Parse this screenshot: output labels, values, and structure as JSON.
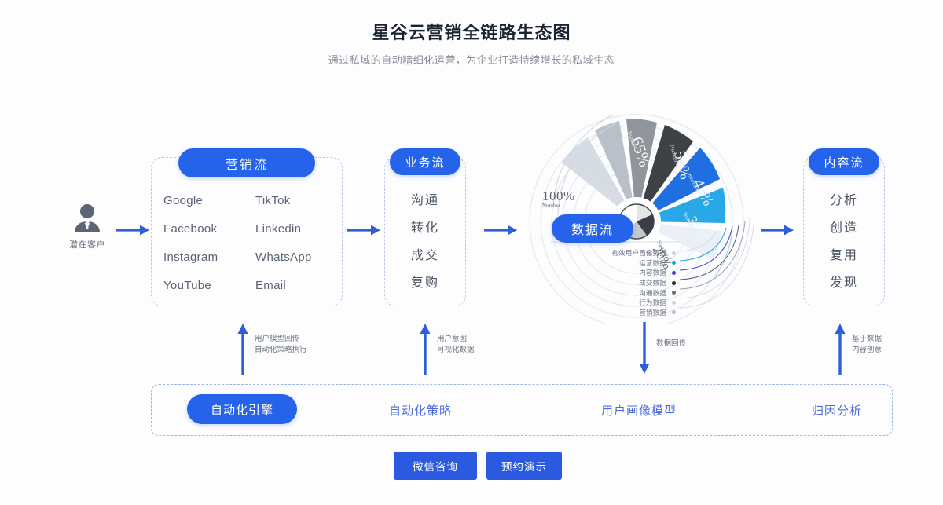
{
  "header": {
    "title": "星谷云营销全链路生态图",
    "subtitle": "通过私域的自动精细化运营，为企业打造持续增长的私域生态"
  },
  "persona": {
    "label": "潜在客户",
    "icon": "person-icon"
  },
  "columns": [
    {
      "id": "marketing",
      "pill": "营销流",
      "layout": "two",
      "items": [
        "Google",
        "TikTok",
        "Facebook",
        "Linkedin",
        "Instagram",
        "WhatsApp",
        "YouTube",
        "Email"
      ]
    },
    {
      "id": "business",
      "pill": "业务流",
      "layout": "one",
      "items": [
        "沟通",
        "转化",
        "成交",
        "复购"
      ]
    },
    {
      "id": "content",
      "pill": "内容流",
      "layout": "one",
      "items": [
        "分析",
        "创造",
        "复用",
        "发现"
      ]
    }
  ],
  "data_flow": {
    "pill": "数据流",
    "primary_value": "100%",
    "primary_label": "Number 1",
    "legend": [
      {
        "label": "有效用户画像数据",
        "color": "#c9d2dd"
      },
      {
        "label": "运营数据",
        "color": "#14a5d4"
      },
      {
        "label": "内容数据",
        "color": "#3b3bd8"
      },
      {
        "label": "成交数据",
        "color": "#2b2b2b"
      },
      {
        "label": "沟通数据",
        "color": "#6b6b6b"
      },
      {
        "label": "行为数据",
        "color": "#cfd4da"
      },
      {
        "label": "营销数据",
        "color": "#b7bec7"
      }
    ]
  },
  "chart_data": {
    "type": "pie",
    "title": "数据流",
    "categories": [
      "Number 1",
      "Number 2",
      "Number 3",
      "Number 4",
      "Number 5",
      "Number 6",
      "Number 7"
    ],
    "values": [
      100,
      80,
      65,
      50,
      45,
      35,
      20
    ],
    "labels": [
      "100%",
      "80%",
      "65%",
      "50%",
      "45%",
      "35%",
      "20%"
    ],
    "colors": [
      "#c9d2dd",
      "#b7bec7",
      "#8d9399",
      "#3f4145",
      "#1f6fe0",
      "#29a8e8",
      "#dfe6ee"
    ],
    "legend_position": "bottom-left",
    "grid": false
  },
  "connectors": {
    "horizontal_arrows": 4,
    "feedback": [
      {
        "id": "marketing-feedback",
        "direction": "up",
        "lines": [
          "用户模型回传",
          "自动化策略执行"
        ]
      },
      {
        "id": "business-feedback",
        "direction": "up",
        "lines": [
          "用户意图",
          "可视化数据"
        ]
      },
      {
        "id": "data-feedback",
        "direction": "down",
        "lines": [
          "数据回传"
        ]
      },
      {
        "id": "content-feedback",
        "direction": "up",
        "lines": [
          "基于数据",
          "内容创意"
        ]
      }
    ]
  },
  "engine_bar": {
    "pill": "自动化引擎",
    "items": [
      "自动化策略",
      "用户画像模型",
      "归因分析"
    ]
  },
  "cta": {
    "primary": "微信咨询",
    "secondary": "预约演示"
  },
  "colors": {
    "accent": "#2563eb",
    "arrow": "#2f5fd8",
    "dashed_border": "#b9c6e6",
    "text_muted": "#6b7280",
    "background": "#fdfdfe"
  }
}
